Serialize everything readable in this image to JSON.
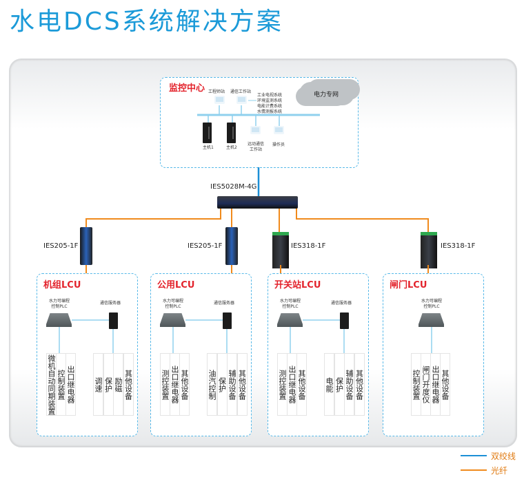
{
  "title": "水电DCS系统解决方案",
  "colors": {
    "twisted_pair": "#1b8fd6",
    "fiber": "#f08a1c",
    "accent_title": "#1b9ad8",
    "section_title": "#e3232c"
  },
  "monitor_center": {
    "title": "监控中心",
    "cloud": "电力专网",
    "stations": {
      "engineer": "工程师站",
      "comm": "通信工作站",
      "host1": "主机1",
      "host2": "主机2",
      "remote": "远动通信工作站",
      "operator": "操作员"
    },
    "systems": [
      "工业电视系统",
      "环境监测系统",
      "电能计费系统",
      "水情测报系统"
    ]
  },
  "core_switch": "IES5028M-4G",
  "edge_switches": [
    "IES205-1F",
    "IES205-1F",
    "IES318-1F",
    "IES318-1F"
  ],
  "lcus": [
    {
      "title": "机组LCU",
      "plc": "水力可编程控制PLC",
      "server": "通信服务器",
      "left": [
        "微机自动同期装置",
        "控制装置",
        "出口继电器"
      ],
      "right": [
        "调速",
        "保护",
        "励磁",
        "其他设备"
      ]
    },
    {
      "title": "公用LCU",
      "plc": "水力可编程控制PLC",
      "server": "通信服务器",
      "left": [
        "测控装置",
        "出口继电器",
        "其他设备"
      ],
      "right": [
        "油汽控制",
        "保护",
        "辅助设备",
        "其他设备"
      ]
    },
    {
      "title": "开关站LCU",
      "plc": "水力可编程控制PLC",
      "server": "通信服务器",
      "left": [
        "测控装置",
        "出口继电器",
        "其他设备"
      ],
      "right": [
        "电能",
        "保护",
        "辅助设备",
        "其他设备"
      ]
    },
    {
      "title": "闸门LCU",
      "plc": "水力可编程控制PLC",
      "left": [
        "控制装置",
        "闸门开度仪",
        "出口继电器",
        "其他设备"
      ]
    }
  ],
  "legend": [
    {
      "label": "双绞线",
      "color": "#1b8fd6"
    },
    {
      "label": "光纤",
      "color": "#f08a1c"
    }
  ]
}
